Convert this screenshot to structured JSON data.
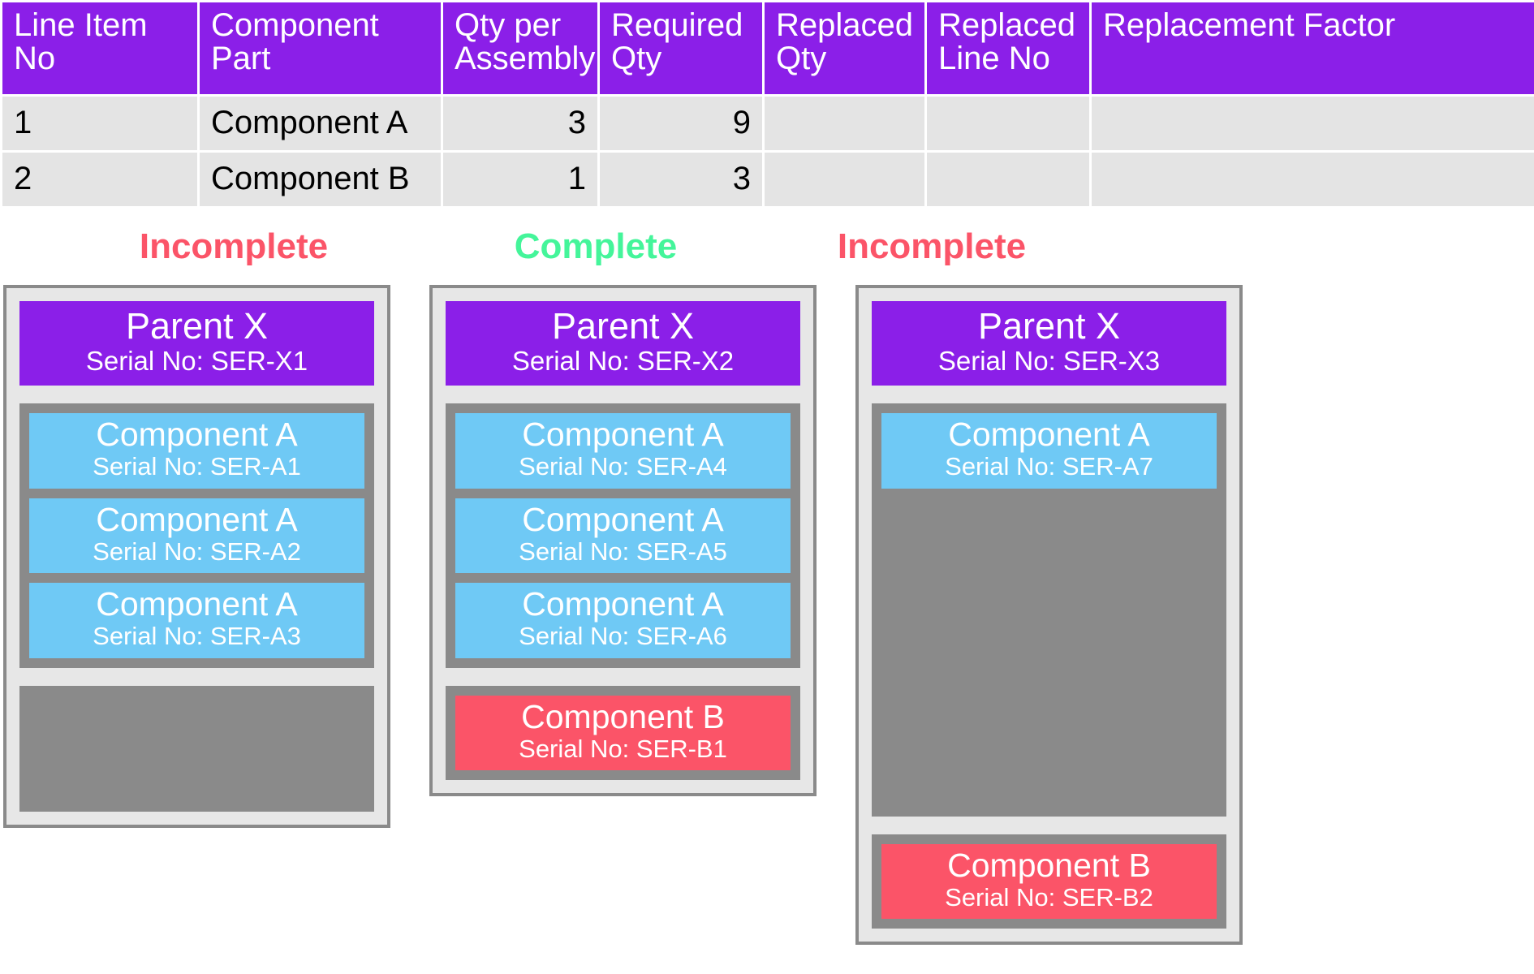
{
  "table": {
    "columns": [
      "Line Item No",
      "Component Part",
      "Qty per Assembly",
      "Required Qty",
      "Replaced Qty",
      "Replaced Line No",
      "Replacement Factor"
    ],
    "rows": [
      {
        "line_item_no": "1",
        "component_part": "Component A",
        "qty_per_assembly": "3",
        "required_qty": "9",
        "replaced_qty": "",
        "replaced_line_no": "",
        "replacement_factor": ""
      },
      {
        "line_item_no": "2",
        "component_part": "Component B",
        "qty_per_assembly": "1",
        "required_qty": "3",
        "replaced_qty": "",
        "replaced_line_no": "",
        "replacement_factor": ""
      }
    ]
  },
  "colors": {
    "header_purple": "#8B1FE8",
    "row_gray": "#E4E4E4",
    "component_a_blue": "#6FC9F5",
    "component_b_pink": "#FB5468",
    "group_gray": "#8A8A8A",
    "card_bg": "#E7E7E7",
    "status_incomplete": "#FB5468",
    "status_complete": "#44F59A"
  },
  "cards": [
    {
      "status": "Incomplete",
      "status_color": "#FB5468",
      "parent": {
        "title": "Parent X",
        "serial": "Serial No: SER-X1"
      },
      "groups": [
        {
          "components": [
            {
              "title": "Component A",
              "serial": "Serial No: SER-A1",
              "type": "a"
            },
            {
              "title": "Component A",
              "serial": "Serial No: SER-A2",
              "type": "a"
            },
            {
              "title": "Component A",
              "serial": "Serial No: SER-A3",
              "type": "a"
            }
          ]
        },
        {
          "components": []
        }
      ]
    },
    {
      "status": "Complete",
      "status_color": "#44F59A",
      "parent": {
        "title": "Parent X",
        "serial": "Serial No: SER-X2"
      },
      "groups": [
        {
          "components": [
            {
              "title": "Component A",
              "serial": "Serial No: SER-A4",
              "type": "a"
            },
            {
              "title": "Component A",
              "serial": "Serial No: SER-A5",
              "type": "a"
            },
            {
              "title": "Component A",
              "serial": "Serial No: SER-A6",
              "type": "a"
            }
          ]
        },
        {
          "components": [
            {
              "title": "Component B",
              "serial": "Serial No: SER-B1",
              "type": "b"
            }
          ]
        }
      ]
    },
    {
      "status": "Incomplete",
      "status_color": "#FB5468",
      "parent": {
        "title": "Parent X",
        "serial": "Serial No: SER-X3"
      },
      "groups": [
        {
          "components": [
            {
              "title": "Component A",
              "serial": "Serial No: SER-A7",
              "type": "a"
            }
          ],
          "filler_height": 392
        },
        {
          "components": [
            {
              "title": "Component B",
              "serial": "Serial No: SER-B2",
              "type": "b"
            }
          ]
        }
      ]
    }
  ],
  "layout": {
    "card_lefts": [
      4,
      529,
      1054
    ],
    "status_centers": [
      288,
      734,
      1148
    ]
  }
}
